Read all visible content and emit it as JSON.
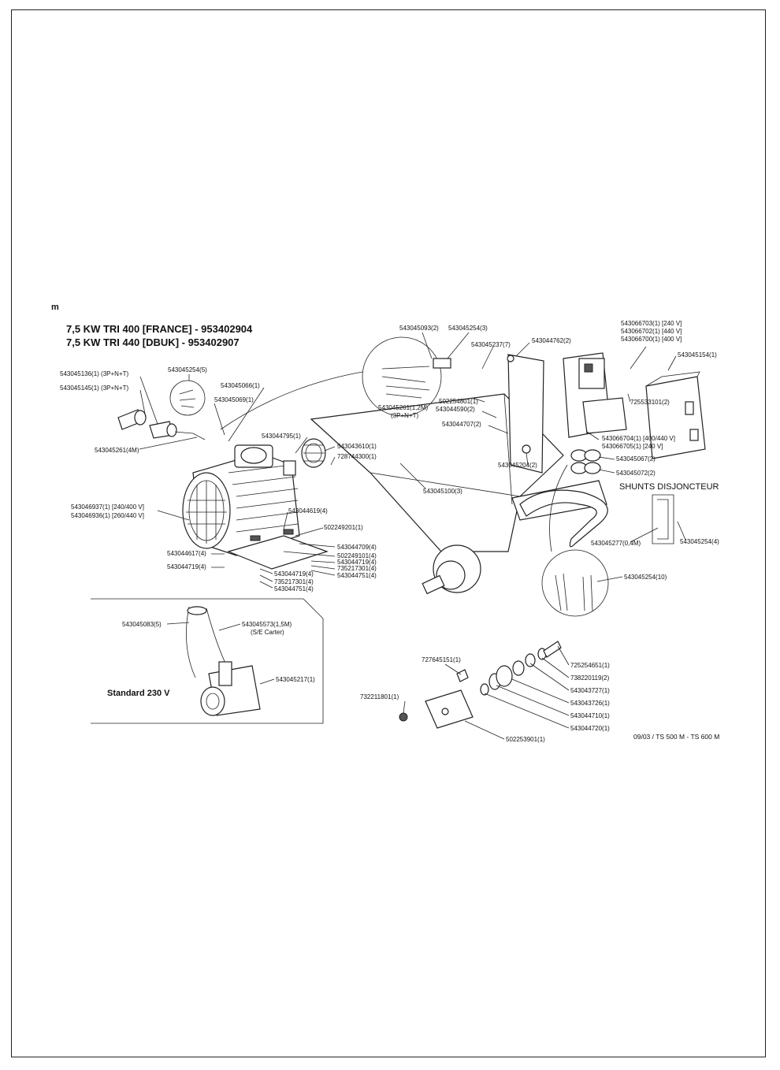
{
  "sheet": {
    "marker": "m",
    "title_line1": "7,5 KW TRI 400 [FRANCE] - 953402904",
    "title_line2": "7,5 KW TRI 440 [DBUK]     - 953402907",
    "shunts_title": "SHUNTS DISJONCTEUR",
    "standard_label": "Standard 230 V",
    "footer": "09/03 / TS 500 M - TS 600 M"
  },
  "labels": {
    "l01": "543045093(2)",
    "l02": "543045254(3)",
    "l03": "543045237(7)",
    "l04": "543044762(2)",
    "l05": "543066703(1) [240 V]",
    "l06": "543066702(1) [440 V]",
    "l07": "543066700(1) [400 V]",
    "l08": "543045154(1)",
    "l09": "543045136(1) (3P+N+T)",
    "l10": "543045145(1) (3P+N+T)",
    "l11": "543045254(5)",
    "l12": "543045066(1)",
    "l13": "543045069(1)",
    "l14": "543045261(4M)",
    "l15": "543045261(1,2M)",
    "l16": "(3P+N+T)",
    "l17": "502254801(1)",
    "l18": "543044590(2)",
    "l19": "543044707(2)",
    "l20": "725533101(2)",
    "l21": "543044795(1)",
    "l22": "543043610(1)",
    "l23": "728744300(1)",
    "l24": "543066704(1) [400/440 V]",
    "l25": "543066705(1) [240 V]",
    "l26": "543045067(2)",
    "l27": "543045204(2)",
    "l28": "543045072(2)",
    "l29": "543045100(3)",
    "l30": "543046937(1) [240/400 V]",
    "l31": "543046936(1) [260/440 V]",
    "l32": "543044619(4)",
    "l33": "502249201(1)",
    "l34": "543045277(0,4M)",
    "l35": "543045254(4)",
    "l36": "543044709(4)",
    "l37": "502249101(4)",
    "l38": "543044719(4)",
    "l39": "735217301(4)",
    "l40": "543044751(4)",
    "l41": "543044617(4)",
    "l42": "543044719(4)",
    "l43": "543044719(4)",
    "l44": "735217301(4)",
    "l45": "543044751(4)",
    "l46": "543045254(10)",
    "l47": "543045083(5)",
    "l48": "543045573(1,5M)",
    "l49": "(S/E Carter)",
    "l50": "543045217(1)",
    "l51": "727645151(1)",
    "l52": "725254651(1)",
    "l53": "738220119(2)",
    "l54": "543043727(1)",
    "l55": "543043726(1)",
    "l56": "732211801(1)",
    "l57": "543044710(1)",
    "l58": "543044720(1)",
    "l59": "502253901(1)"
  }
}
